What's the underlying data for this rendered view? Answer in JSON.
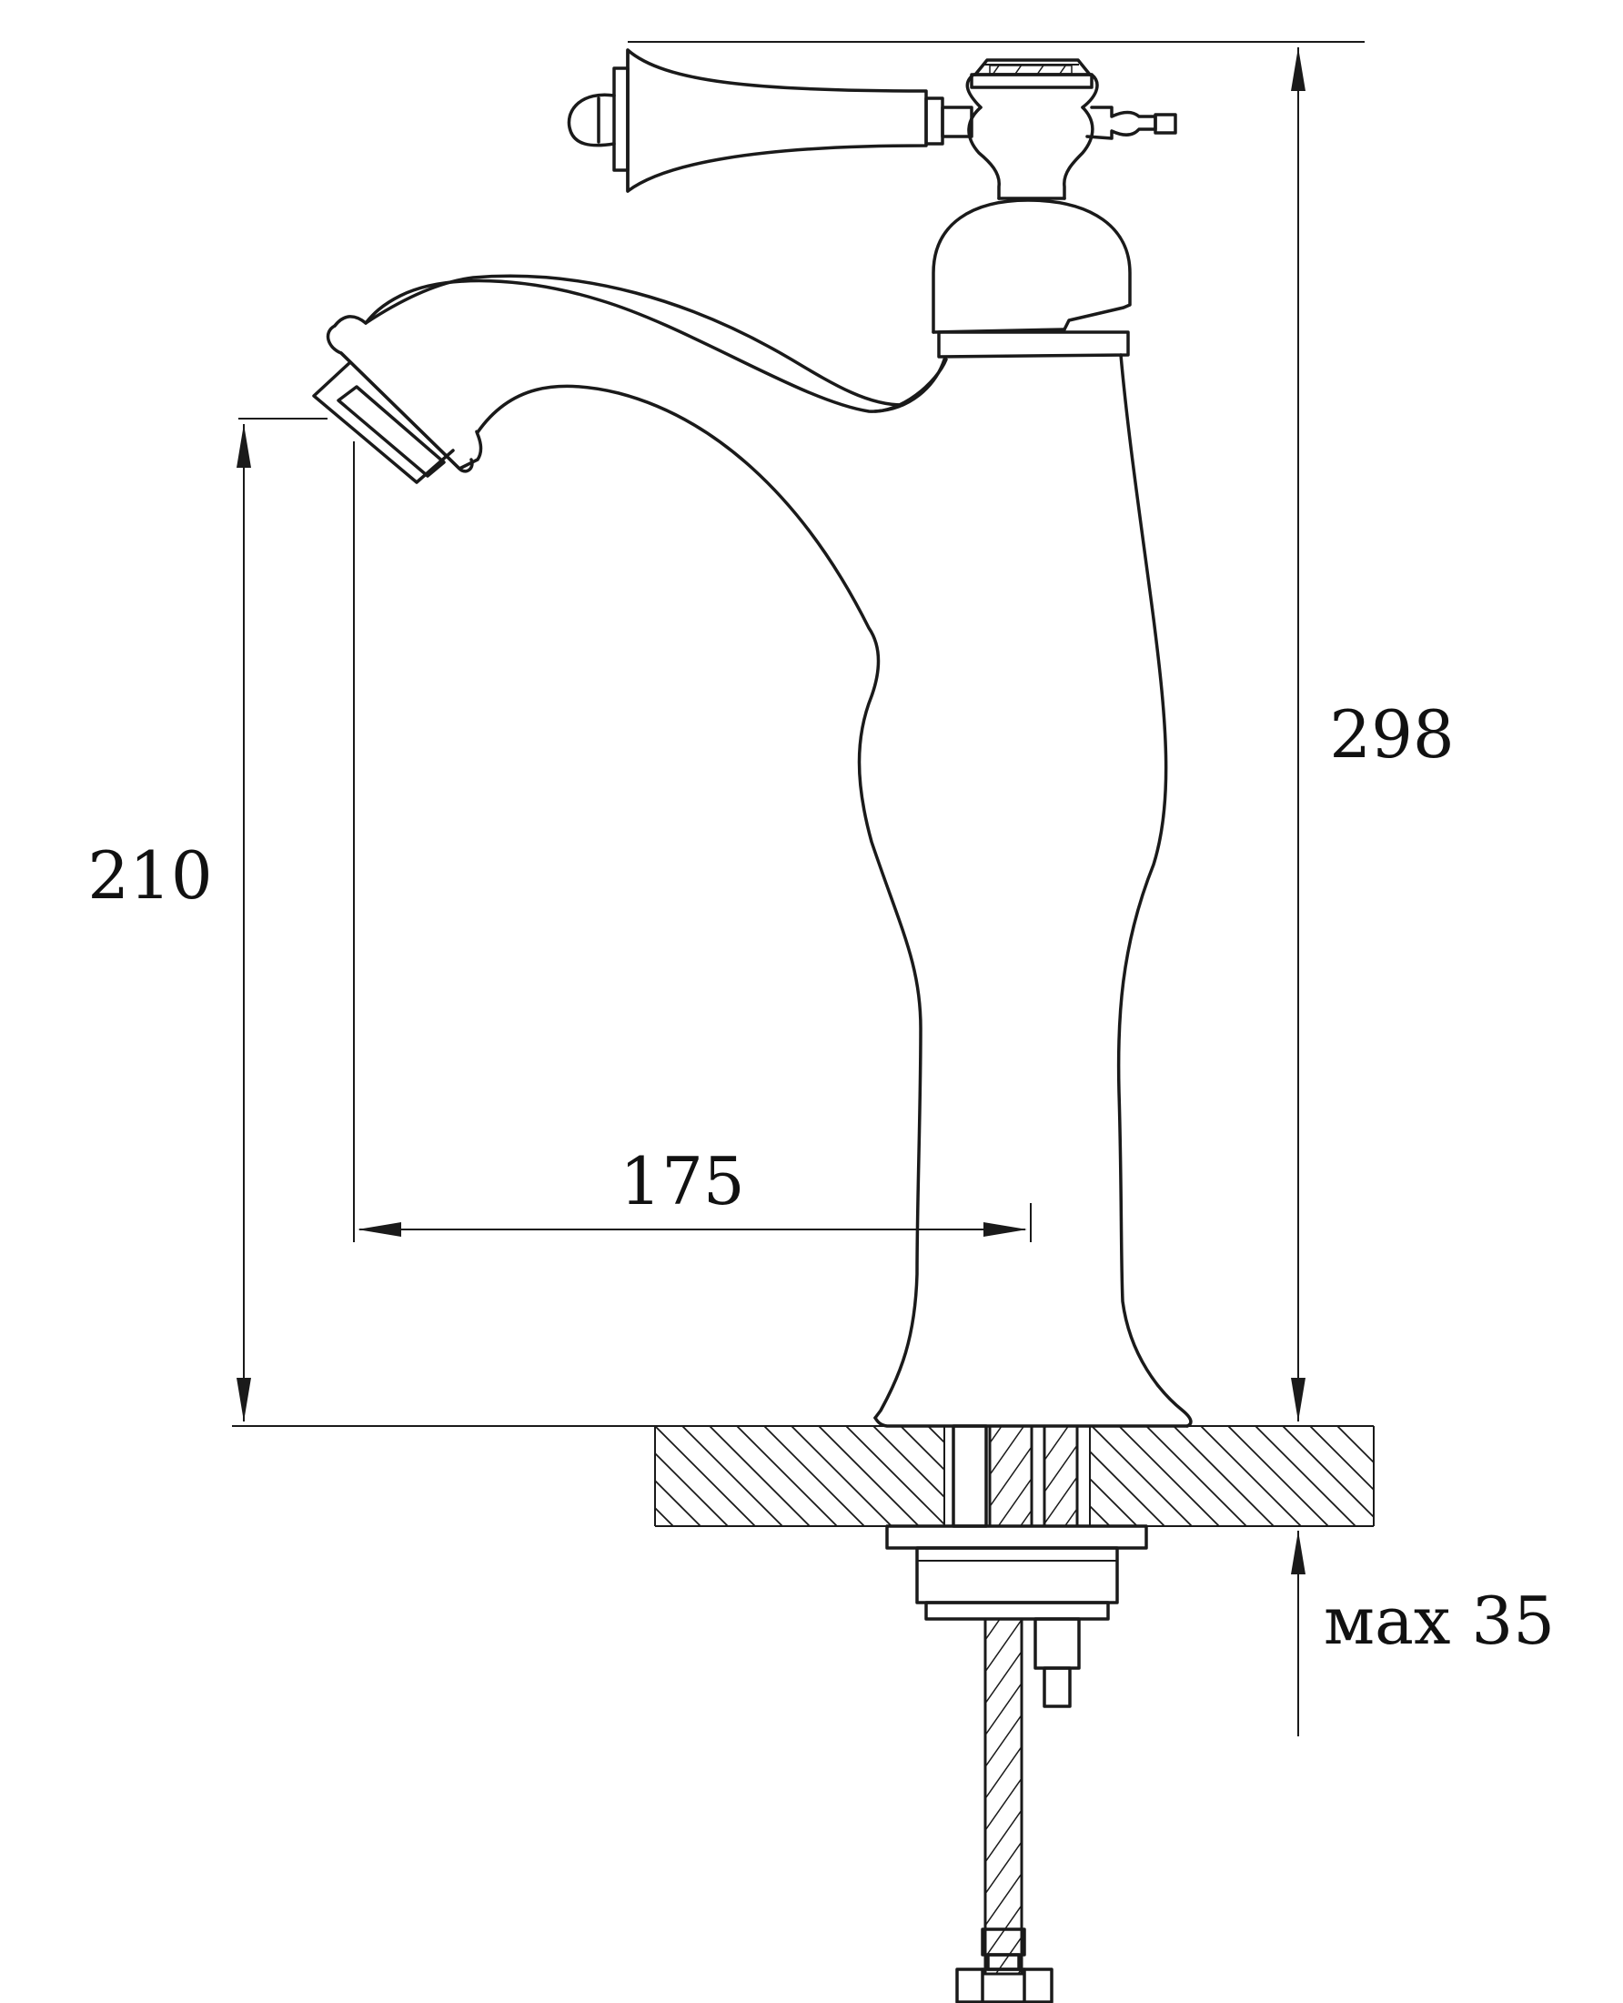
{
  "dimensions": {
    "total_height": "298",
    "spout_height": "210",
    "spout_reach": "175",
    "max_counter_thickness": "мax 35"
  },
  "colors": {
    "line": "#1a1a1a",
    "background": "#ffffff"
  }
}
